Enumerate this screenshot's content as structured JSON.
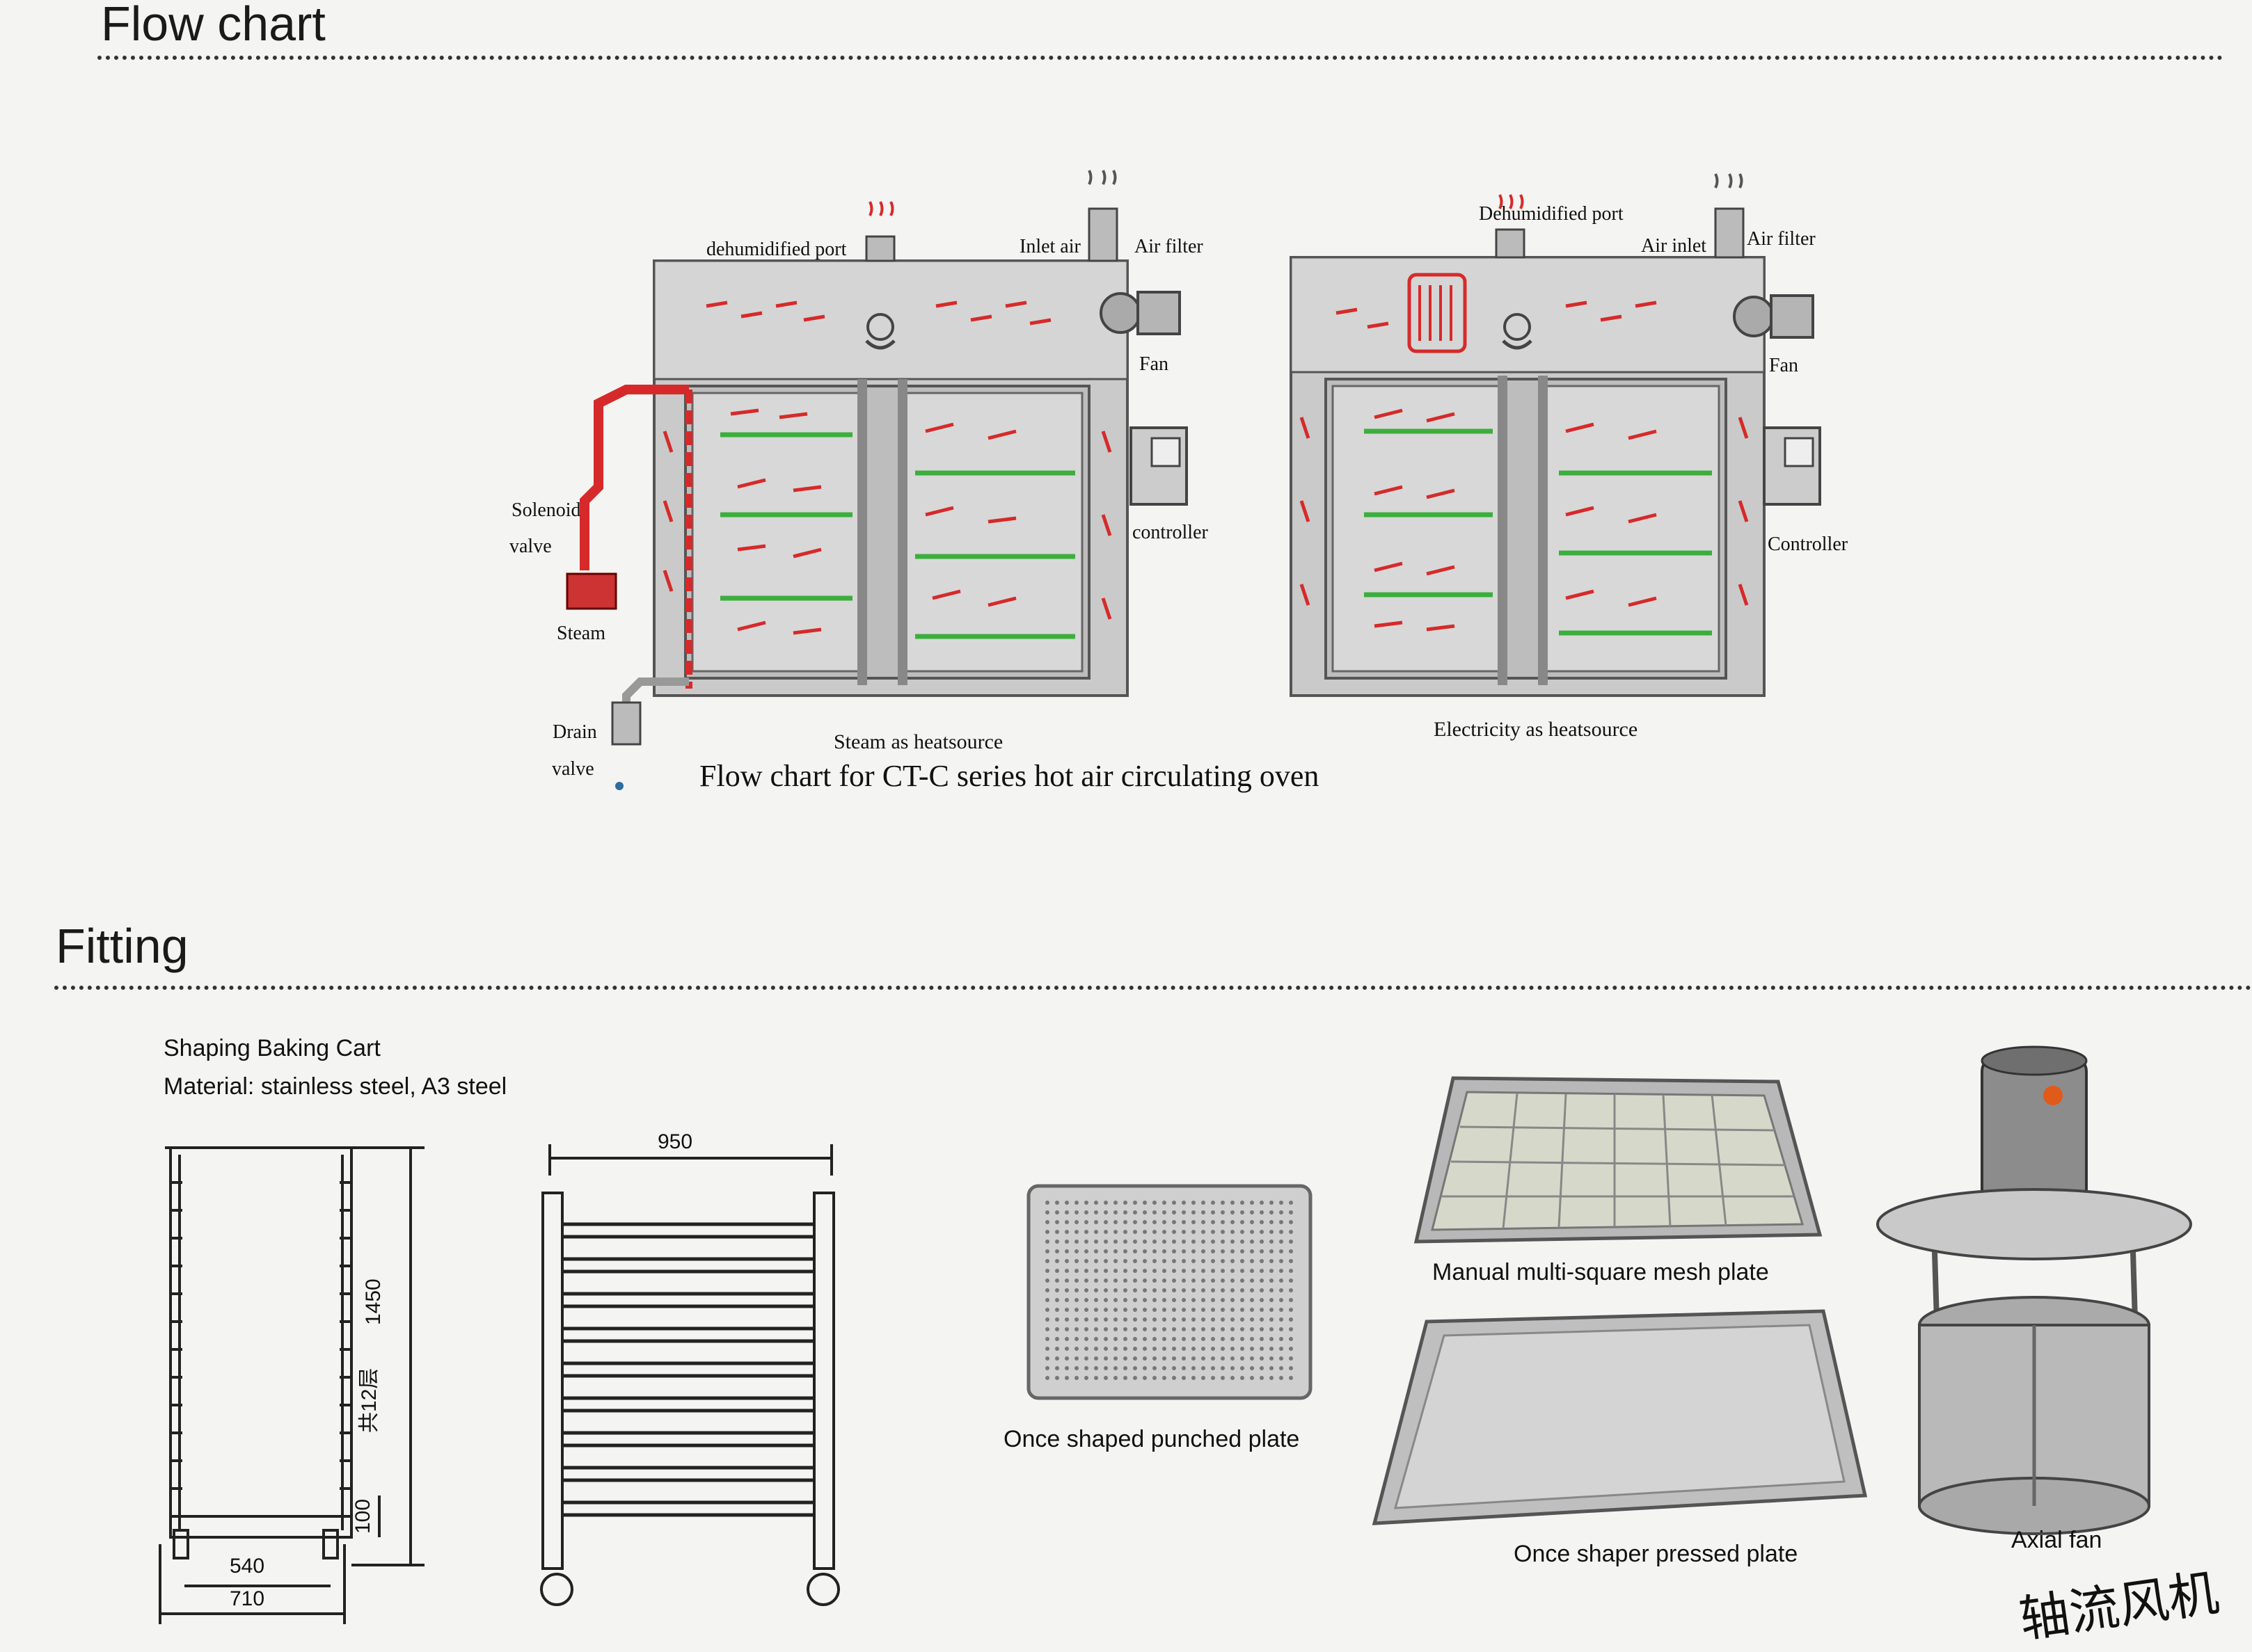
{
  "flow_section": {
    "title": "Flow chart",
    "caption": "Flow chart  for CT-C series hot air  circulating oven",
    "steam_oven": {
      "subtitle": "Steam as heatsource",
      "labels": {
        "dehumidified_port": "dehumidified port",
        "inlet_air": "Inlet air",
        "air_filter": "Air filter",
        "fan": "Fan",
        "controller": "controller",
        "solenoid": "Solenoid",
        "valve": "valve",
        "steam": "Steam",
        "drain": "Drain",
        "drain_valve": "valve"
      }
    },
    "electric_oven": {
      "subtitle": "Electricity as heatsource",
      "labels": {
        "dehumidified_port": "Dehumidified  port",
        "air_inlet": "Air inlet",
        "air_filter": "Air filter",
        "fan": "Fan",
        "controller": "Controller"
      }
    }
  },
  "fitting_section": {
    "title": "Fitting",
    "cart": {
      "name": "Shaping Baking Cart",
      "material": "Material: stainless steel, A3 steel",
      "dims": {
        "height": "1450",
        "layers": "共12层",
        "bottom": "100",
        "inner_width": "540",
        "outer_width": "710",
        "side_width": "950"
      }
    },
    "items": {
      "punched_plate": "Once shaped punched plate",
      "mesh_plate": "Manual multi-square mesh plate",
      "pressed_plate": "Once shaper pressed plate",
      "axial_fan": "Axial fan",
      "handwritten_note": "轴流风机"
    }
  },
  "colors": {
    "background": "#f4f4f2",
    "oven_body": "#c9c9c9",
    "heat_arrow": "#d62a2a",
    "shelf": "#3cae3c",
    "line": "#222222"
  }
}
